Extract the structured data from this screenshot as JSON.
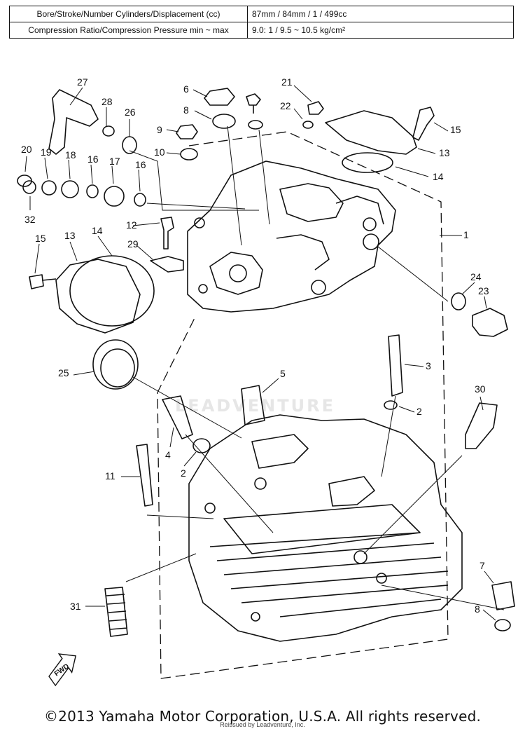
{
  "specs": {
    "rows": [
      {
        "label": "Bore/Stroke/Number Cylinders/Displacement (cc)",
        "value": "87mm / 84mm / 1 / 499cc"
      },
      {
        "label": "Compression Ratio/Compression Pressure min ~ max",
        "value": "9.0: 1 / 9.5 ~ 10.5 kg/cm²"
      }
    ]
  },
  "callouts": [
    "27",
    "28",
    "26",
    "6",
    "21",
    "8",
    "22",
    "9",
    "10",
    "15",
    "13",
    "14",
    "20",
    "19",
    "18",
    "16",
    "17",
    "16",
    "32",
    "12",
    "1",
    "15",
    "13",
    "14",
    "29",
    "24",
    "23",
    "25",
    "5",
    "3",
    "2",
    "30",
    "4",
    "2",
    "11",
    "7",
    "31",
    "8"
  ],
  "fwd_label": "FWD",
  "watermark": "LEADVENTURE",
  "footer": {
    "copyright": "©2013 Yamaha Motor Corporation, U.S.A. All rights reserved.",
    "small_note": "Reissued by Leadventure, Inc."
  }
}
